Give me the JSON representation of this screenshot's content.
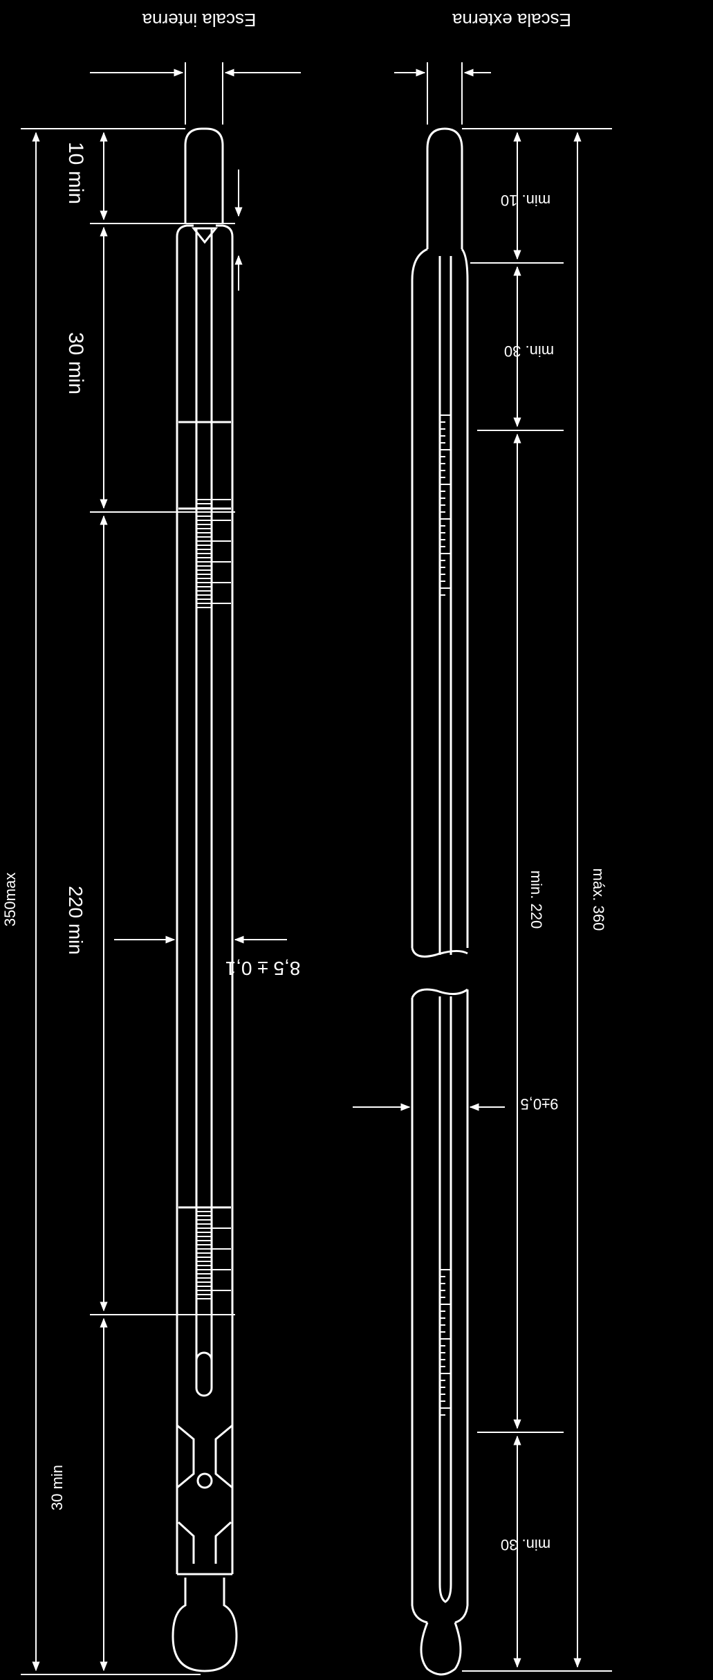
{
  "colors": {
    "background": "#000000",
    "ink": "#ffffff"
  },
  "scales": {
    "interna": {
      "title": "Escala interna",
      "dims": {
        "total": "350max",
        "top": "10 min",
        "upper": "30 min",
        "middle": "220 min",
        "bottom": "30 min",
        "diameter": "8,5 ± 0,1"
      }
    },
    "externa": {
      "title": "Escala externa",
      "dims": {
        "total": "máx. 360",
        "top": "min. 10",
        "upper": "min. 30",
        "middle": "min. 220",
        "bottom": "min. 30",
        "diameter": "9±0,5"
      }
    }
  }
}
